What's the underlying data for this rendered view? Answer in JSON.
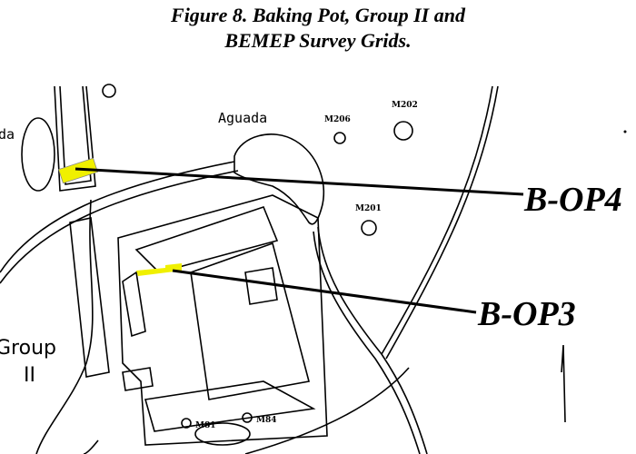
{
  "title": {
    "line1": "Figure 8. Baking Pot, Group II and",
    "line2": "BEMEP Survey Grids."
  },
  "labels": {
    "aguada_left": "da",
    "aguada": "Aguada",
    "m206": "M206",
    "m202": "M202",
    "m201": "M201",
    "m81": "M81",
    "m84": "M84",
    "group": "Group",
    "group_num": "II"
  },
  "operations": [
    {
      "label": "B-OP4",
      "color": "#f0f000"
    },
    {
      "label": "B-OP3",
      "color": "#f0f000"
    }
  ]
}
